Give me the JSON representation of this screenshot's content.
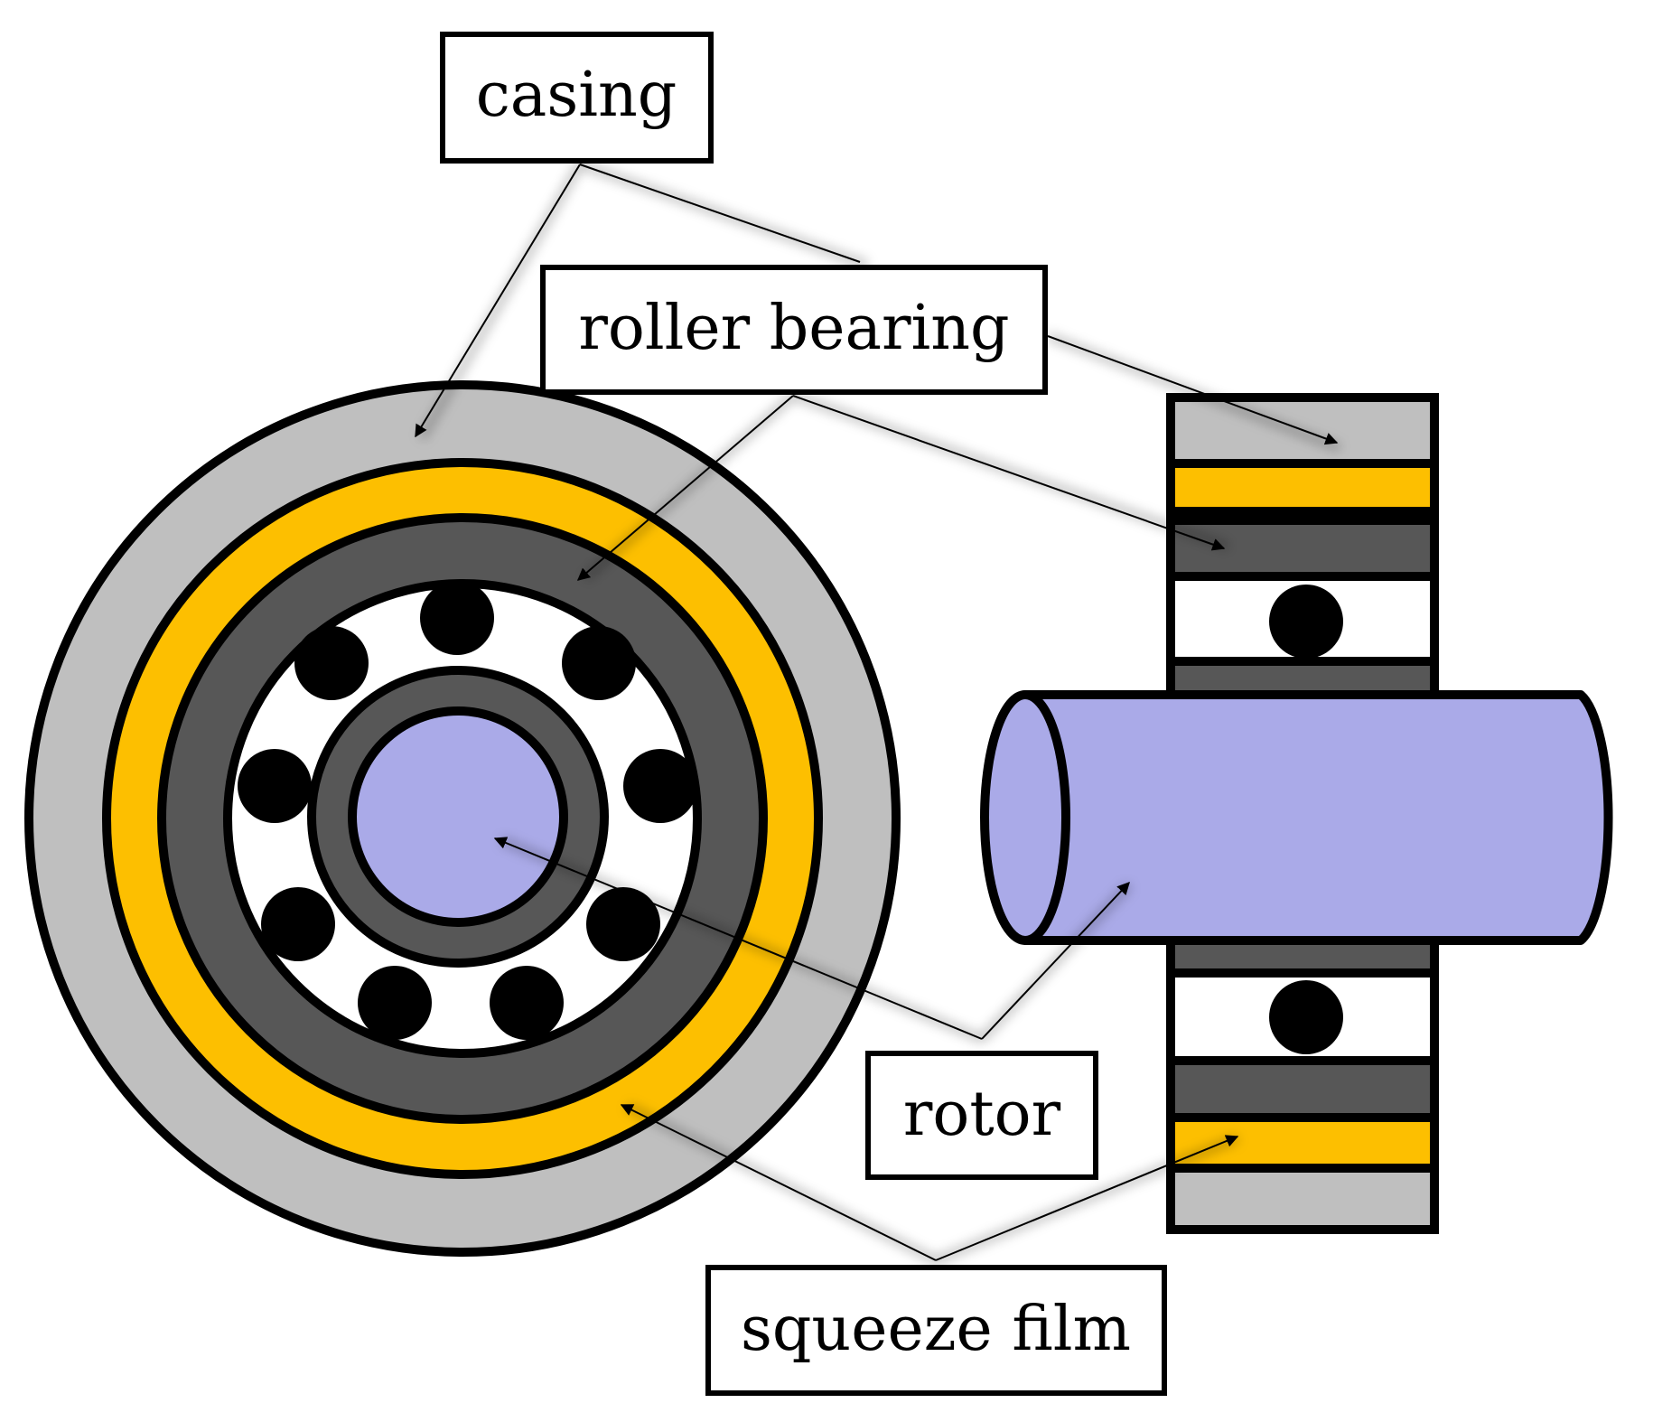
{
  "labels": {
    "casing": "casing",
    "roller_bearing": "roller bearing",
    "rotor": "rotor",
    "squeeze_film": "squeeze film"
  },
  "colors": {
    "casing": "#bfbfbf",
    "squeeze_film": "#fdbf00",
    "bearing_race": "#575757",
    "rotor": "#aaaae8",
    "rolling_element": "#000000",
    "outline": "#000000",
    "background": "#ffffff"
  }
}
